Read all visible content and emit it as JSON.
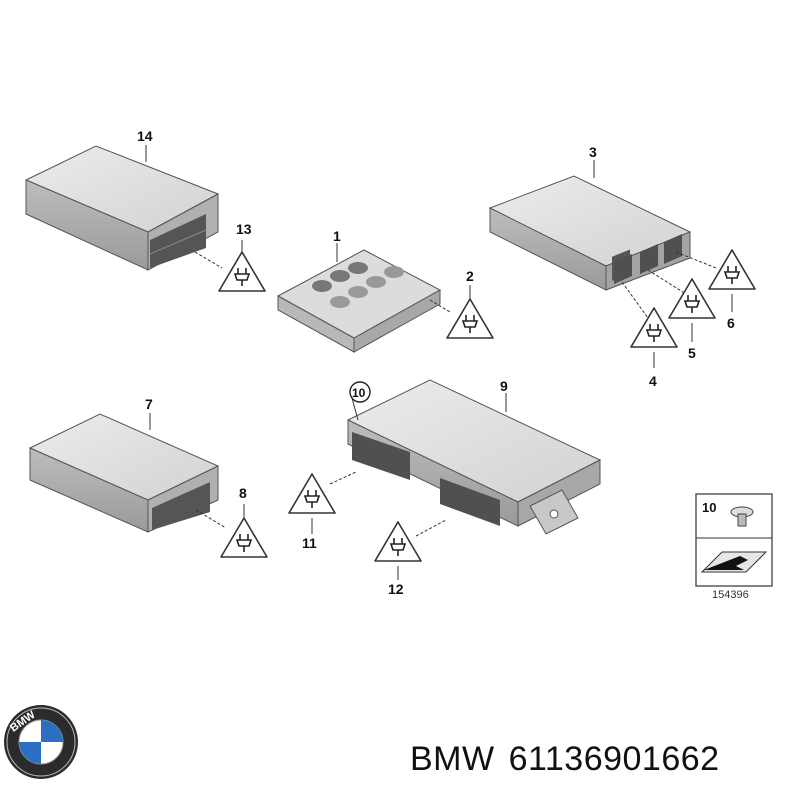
{
  "callouts": {
    "c1": "1",
    "c2": "2",
    "c3": "3",
    "c4": "4",
    "c5": "5",
    "c6": "6",
    "c7": "7",
    "c8": "8",
    "c9": "9",
    "c10": "10",
    "c11": "11",
    "c12": "12",
    "c13": "13",
    "c14": "14"
  },
  "inset": {
    "part_label": "10",
    "diagram_code": "154396"
  },
  "logo": {
    "text": "BMW",
    "icon": "bmw-roundel-icon"
  },
  "caption": {
    "brand": "BMW",
    "part_number": "61136901662"
  },
  "colors": {
    "module_top": "#e2e2e2",
    "module_side": "#c4c4c4",
    "module_front": "#a6a6a6",
    "connector": "#5a5a5a",
    "warning_fill": "#ffffff",
    "outline": "#333333"
  }
}
